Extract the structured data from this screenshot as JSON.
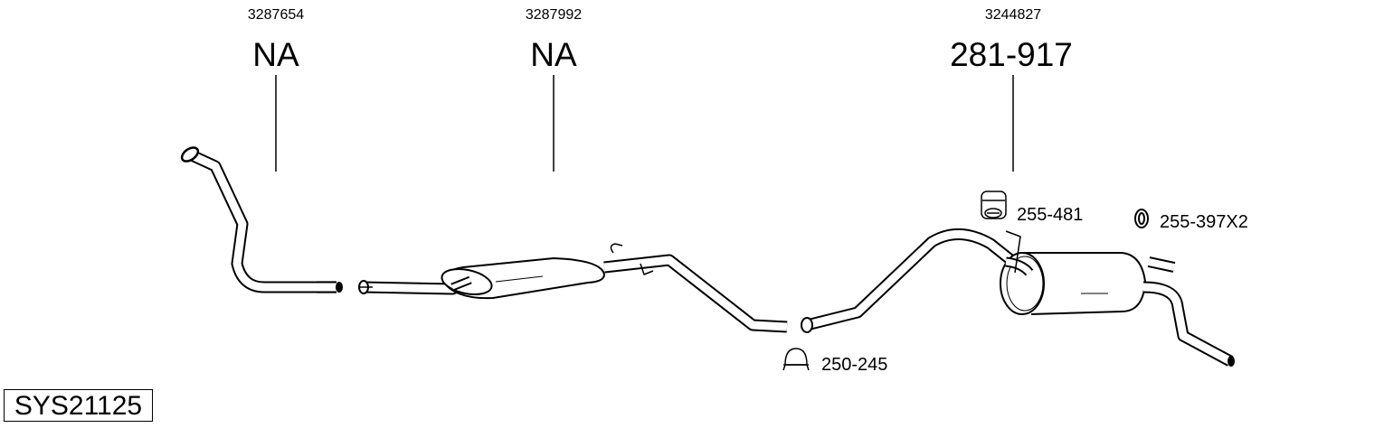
{
  "diagram_id": "SYS21125",
  "parts": [
    {
      "oem": "3287654",
      "code": "NA"
    },
    {
      "oem": "3287992",
      "code": "NA"
    },
    {
      "oem": "3244827",
      "code": "281-917"
    }
  ],
  "accessories": [
    {
      "code": "255-481",
      "icon": "rubber-mount-icon"
    },
    {
      "code": "255-397X2",
      "icon": "rubber-ring-icon"
    },
    {
      "code": "250-245",
      "icon": "clamp-icon"
    }
  ]
}
